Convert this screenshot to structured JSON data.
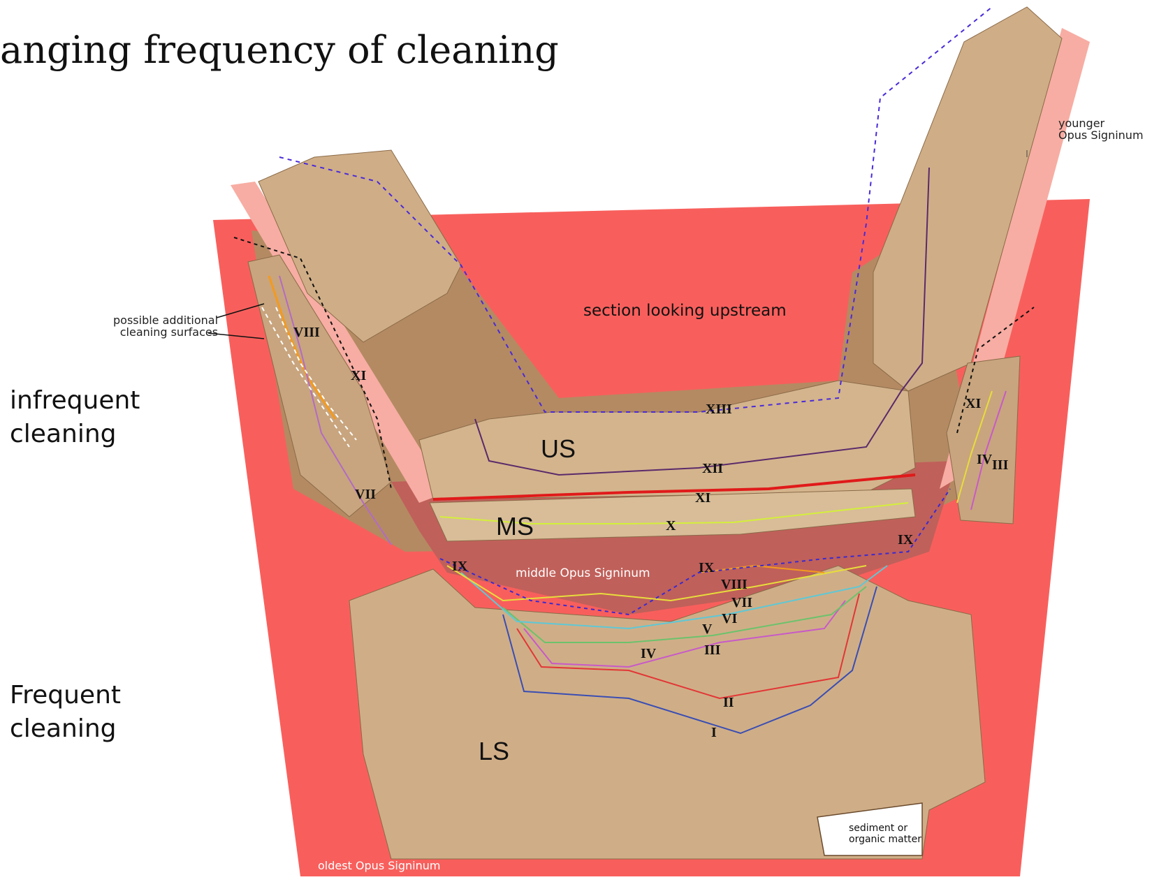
{
  "title": "anging frequency of cleaning",
  "labels": {
    "section": "section looking upstream",
    "younger": "younger\nOpus Signinum",
    "middle": "middle Opus Signinum",
    "oldest": "oldest Opus Signinum",
    "sediment": "sediment or\norganic matter",
    "possible": "possible additional\ncleaning surfaces",
    "infrequent": "infrequent\ncleaning",
    "frequent": "Frequent\ncleaning",
    "us": "US",
    "ms": "MS",
    "ls": "LS"
  },
  "roman": {
    "r1": "I",
    "r2": "II",
    "r3": "III",
    "r4": "IV",
    "r5": "V",
    "r6": "VI",
    "r7": "VII",
    "r8": "VIII",
    "r9": "IX",
    "r10": "X",
    "r11": "XI",
    "r12": "XII",
    "r13": "XIII",
    "l7": "VII",
    "l8": "VIII",
    "l11": "XI",
    "rt11": "XI",
    "rt4": "IV",
    "rt3": "III",
    "rt9": "IX",
    "ix_left": "IX",
    "ix_mid": "IX"
  },
  "colors": {
    "red_mortar": "#f85f5c",
    "pink_mortar": "#f7ada3",
    "middle_mortar": "#c0605a",
    "sinter": "#cfae87",
    "sediment": "#b48a63",
    "line_I": "#3a4db3",
    "line_II": "#e23636",
    "line_III": "#c85ac8",
    "line_IV": "#6cc26c",
    "line_V": "#5ec8d6",
    "line_VI": "#e7dd3c",
    "line_VII": "#b8b8f0",
    "line_VIII": "#f39a1e",
    "line_XI": "#e01a1a",
    "line_XII": "#5a2a6a",
    "dash_purple": "#4a2ad8"
  }
}
